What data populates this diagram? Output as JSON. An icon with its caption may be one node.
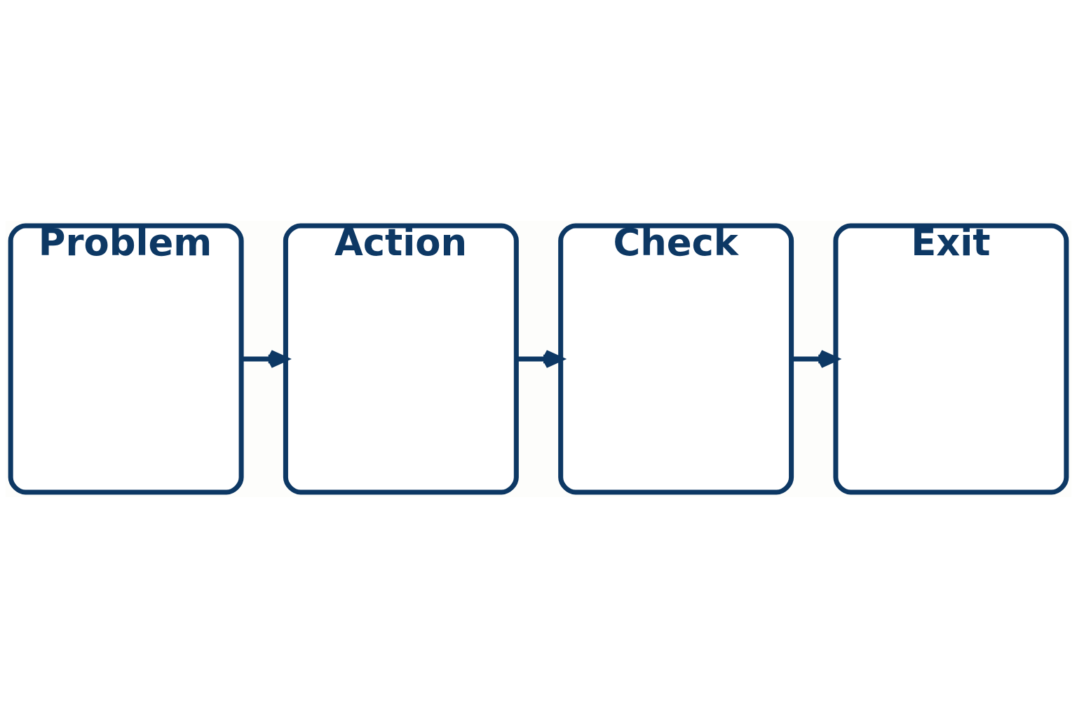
{
  "diagram": {
    "nodes": [
      {
        "text": [
          "Problem"
        ]
      },
      {
        "text": [
          "Action"
        ]
      },
      {
        "text": [
          "Check"
        ]
      },
      {
        "text": [
          "Exit"
        ]
      }
    ],
    "edges": [
      {
        "from": 0,
        "to": 1,
        "arrow": "to"
      },
      {
        "from": 1,
        "to": 2,
        "arrow": "to"
      },
      {
        "from": 2,
        "to": 3,
        "arrow": "to"
      }
    ]
  }
}
